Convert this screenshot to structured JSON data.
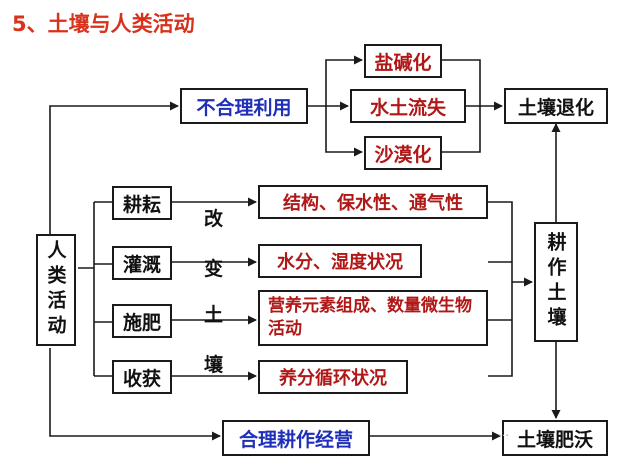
{
  "title": "5、土壤与人类活动",
  "nodes": {
    "human_activity": "人类活动",
    "unreasonable_use": "不合理利用",
    "salinization": "盐碱化",
    "soil_erosion": "水土流失",
    "desertification": "沙漠化",
    "soil_degradation": "土壤退化",
    "tillage": "耕耘",
    "irrigation": "灌溉",
    "fertilize": "施肥",
    "harvest": "收获",
    "effect_structure": "结构、保水性、通气性",
    "effect_moisture": "水分、湿度状况",
    "effect_nutrients": "营养元素组成、数量微生物活动",
    "effect_cycle": "养分循环状况",
    "cultivated_soil": "耕作土壤",
    "rational_management": "合理耕作经营",
    "soil_fertility": "土壤肥沃"
  },
  "change_label": [
    "改",
    "变",
    "土",
    "壤"
  ],
  "watermark": "…",
  "colors": {
    "title": "#d8311c",
    "blue_text": "#1f2fb8",
    "red_text": "#b01818",
    "line": "#1a1a1a"
  }
}
